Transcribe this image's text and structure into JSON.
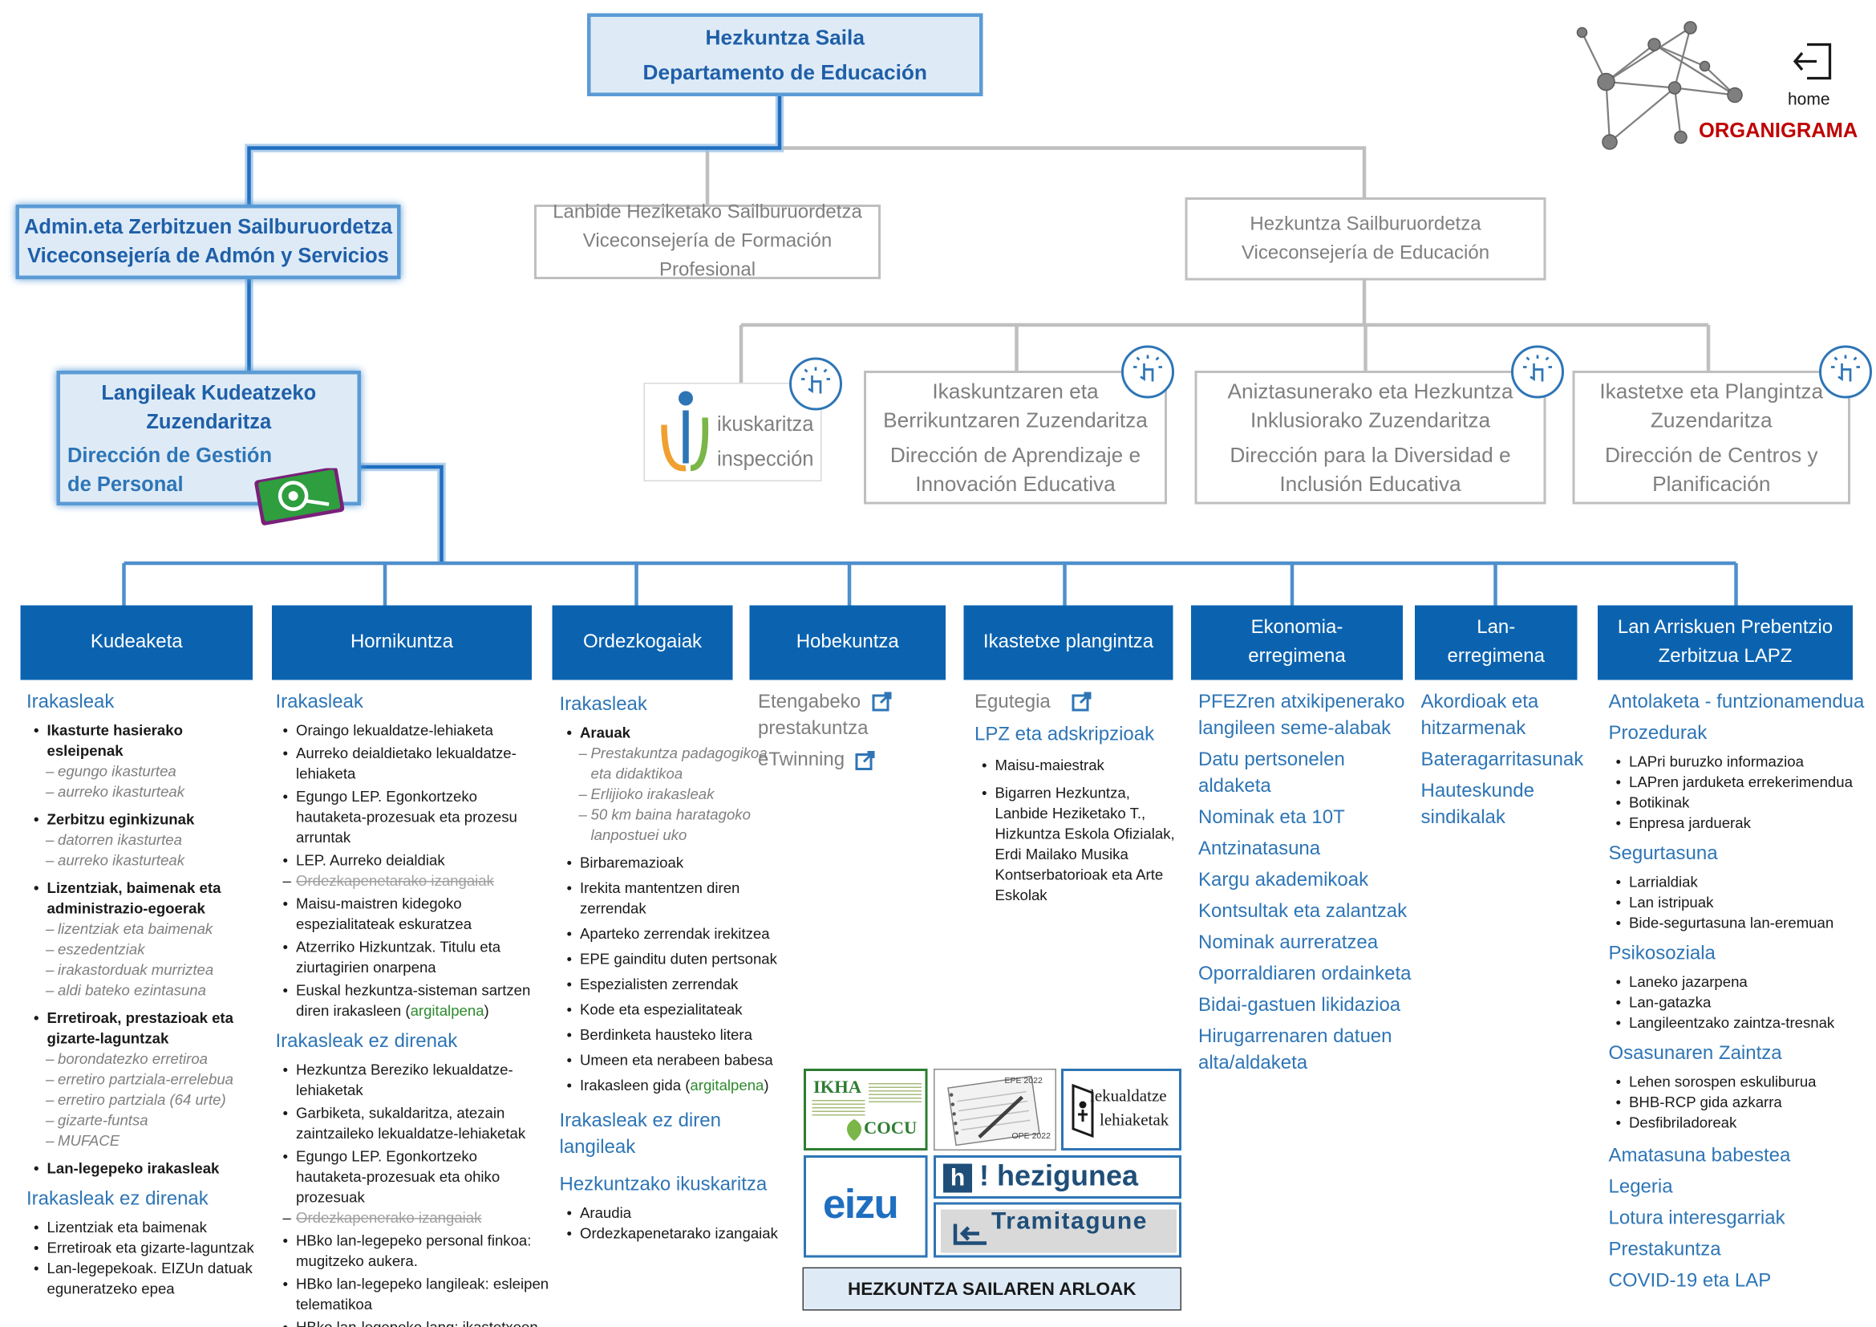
{
  "top": {
    "line1": "Hezkuntza Saila",
    "line2": "Departamento de Educación"
  },
  "corner": {
    "home_label": "home",
    "title": "ORGANIGRAMA"
  },
  "vice_admin": {
    "line1": "Admin.eta Zerbitzuen Sailburuordetza",
    "line2": "Viceconsejería de Admón y Servicios"
  },
  "vice_fp": {
    "line1": "Lanbide Heziketako Sailburuordetza",
    "line2": "Viceconsejería de Formación Profesional"
  },
  "vice_edu": {
    "line1": "Hezkuntza Sailburuordetza",
    "line2": "Viceconsejería de Educación"
  },
  "dir_personal": {
    "line1": "Langileak Kudeatzeko",
    "line2": "Zuzendaritza",
    "line3": "Dirección de Gestión",
    "line4": "de Personal"
  },
  "inspection": {
    "line1": "ikuskaritza",
    "line2": "inspección"
  },
  "dir_learning": {
    "line1": "Ikaskuntzaren eta",
    "line2": "Berrikuntzaren  Zuzendaritza",
    "line3": "Dirección de Aprendizaje e",
    "line4": "Innovación Educativa"
  },
  "dir_diversity": {
    "line1": "Aniztasunerako eta Hezkuntza",
    "line2": "Inklusiorako Zuzendaritza",
    "line3": "Dirección para la Diversidad e",
    "line4": "Inclusión Educativa"
  },
  "dir_centres": {
    "line1": "Ikastetxe eta Plangintza",
    "line2": "Zuzendaritza",
    "line3": "Dirección de Centros y",
    "line4": "Planificación"
  },
  "headers": {
    "kudeaketa": "Kudeaketa",
    "hornikuntza": "Hornikuntza",
    "ordezkogaiak": "Ordezkogaiak",
    "hobekuntza": "Hobekuntza",
    "plangintza": "Ikastetxe plangintza",
    "ekonomia1": "Ekonomia-",
    "ekonomia2": "erregimena",
    "lan1": "Lan-",
    "lan2": "erregimena",
    "lapz1": "Lan Arriskuen Prebentzio",
    "lapz2": "Zerbitzua LAPZ"
  },
  "kudeaketa": {
    "h1": "Irakasleak",
    "g1": "Ikasturte hasierako esleipenak",
    "g1_items": [
      "egungo ikasturtea",
      "aurreko ikasturteak"
    ],
    "g2": "Zerbitzu eginkizunak",
    "g2_items": [
      "datorren ikasturtea",
      "aurreko ikasturteak"
    ],
    "g3": "Lizentziak, baimenak eta administrazio-egoerak",
    "g3_items": [
      "lizentziak eta baimenak",
      "eszedentziak",
      "irakastorduak murriztea",
      "aldi bateko ezintasuna"
    ],
    "g4": "Erretiroak, prestazioak eta gizarte-laguntzak",
    "g4_items": [
      "borondatezko erretiroa",
      "erretiro partziala-errelebua",
      "erretiro partziala (64 urte)",
      "gizarte-funtsa",
      "MUFACE"
    ],
    "g5": "Lan-legepeko irakasleak",
    "h2": "Irakasleak ez direnak",
    "h2_items": [
      "Lizentziak eta baimenak",
      "Erretiroak eta gizarte-laguntzak",
      "Lan-legepekoak. EIZUn datuak eguneratzeko epea"
    ]
  },
  "hornikuntza": {
    "h1": "Irakasleak",
    "items1": [
      "Oraingo lekualdatze-lehiaketa",
      "Aurreko deialdietako lekualdatze-lehiaketa",
      "Egungo LEP. Egonkortzeko hautaketa-prozesuak eta prozesu arruntak",
      "LEP. Aurreko deialdiak"
    ],
    "strike1": "Ordezkapenetarako izangaiak",
    "items1b": [
      "Maisu-maistren kidegoko espezialitateak eskuratzea",
      "Atzerriko Hizkuntzak. Titulu eta ziurtagirien onarpena"
    ],
    "last1": "Euskal hezkuntza-sisteman sartzen diren irakasleen (",
    "last1_green": "argitalpena",
    "last1_end": ")",
    "h2": "Irakasleak ez direnak",
    "items2": [
      "Hezkuntza Bereziko lekualdatze-lehiaketak",
      "Garbiketa, sukaldaritza, atezain zaintzaileko lekualdatze-lehiaketak",
      "Egungo LEP. Egonkortzeko hautaketa-prozesuak eta ohiko prozesuak"
    ],
    "strike2": "Ordezkapenerako izangaiak",
    "items2b": [
      "HBko lan-legepeko personal finkoa: mugitzeko aukera.",
      "HBko lan-legepeko langileak: esleipen telematikoa",
      "HBko lan-legepeko lang: ikastetxeen esleipenak: ZHI, OT, fisioterapeutak…"
    ]
  },
  "ordezkogaiak": {
    "h1": "Irakasleak",
    "g1": "Arauak",
    "g1_items": [
      "Prestakuntza padagogikoa eta didaktikoa",
      "Erlijioko irakasleak",
      "50 km baina haratagoko lanpostuei uko"
    ],
    "items": [
      "Birbaremazioak",
      "Irekita mantentzen diren zerrendak",
      "Aparteko zerrendak irekitzea",
      "EPE gainditu duten pertsonak",
      "Espezialisten zerrendak",
      "Kode eta espezialitateak",
      "Berdinketa hausteko litera",
      "Umeen eta nerabeen babesa"
    ],
    "last": "Irakasleen gida (",
    "last_green": "argitalpena",
    "last_end": ")",
    "h2a": "Irakasleak ez diren",
    "h2b": "langileak",
    "h3": "Hezkuntzako ikuskaritza",
    "h3_items": [
      "Araudia",
      "Ordezkapenetarako izangaiak"
    ]
  },
  "hobekuntza": {
    "l1": "Etengabeko",
    "l2": "prestakuntza",
    "l3": "eTwinning"
  },
  "plangintza": {
    "l1": "Egutegia",
    "l2": "LPZ eta adskripzioak",
    "items": [
      "Maisu-maiestrak",
      "Bigarren Hezkuntza, Lanbide Heziketako T., Hizkuntza Eskola Ofizialak, Erdi Mailako Musika Kontserbatorioak eta Arte Eskolak"
    ]
  },
  "ekonomia": {
    "links": [
      "PFEZren atxikipenerako langileen seme-alabak",
      "Datu pertsonelen aldaketa",
      "Nominak eta 10T",
      "Antzinatasuna",
      "Kargu akademikoak",
      "Kontsultak eta zalantzak",
      "Nominak aurreratzea",
      "Oporraldiaren ordainketa",
      "Bidai-gastuen likidazioa",
      "Hirugarrenaren datuen alta/aldaketa"
    ]
  },
  "lan": {
    "links": [
      "Akordioak  eta hitzarmenak",
      "Bateragarritasunak",
      "Hauteskunde sindikalak"
    ]
  },
  "lapz": {
    "l1": "Antolaketa - funtzionamendua",
    "l2": "Prozedurak",
    "l2_items": [
      "LAPri buruzko informazioa",
      "LAPren jarduketa errekerimendua",
      "Botikinak",
      "Enpresa jarduerak"
    ],
    "l3": "Segurtasuna",
    "l3_items": [
      "Larrialdiak",
      "Lan istripuak",
      "Bide-segurtasuna lan-eremuan"
    ],
    "l4": "Psikosoziala",
    "l4_items": [
      "Laneko jazarpena",
      "Lan-gatazka",
      "Langileentzako zaintza-tresnak"
    ],
    "l5": "Osasunaren Zaintza",
    "l5_items": [
      "Lehen sorospen eskuliburua",
      "BHB-RCP gida azkarra",
      "Desfibriladoreak"
    ],
    "links": [
      "Amatasuna babestea",
      "Legeria",
      "Lotura interesgarriak",
      "Prestakuntza",
      "COVID-19 eta  LAP"
    ]
  },
  "tiles": {
    "ikha": "IKHA",
    "cocu": "COCU",
    "epe1": "EPE 2022",
    "ope": "OPE 2022",
    "lekualdatze1": "lekualdatze",
    "lekualdatze2": "lehiaketak",
    "eizu": "eizu",
    "hezigunea": "! hezigunea",
    "tramitagune": "Tramitagune",
    "areas": "HEZKUNTZA SAILAREN ARLOAK"
  }
}
